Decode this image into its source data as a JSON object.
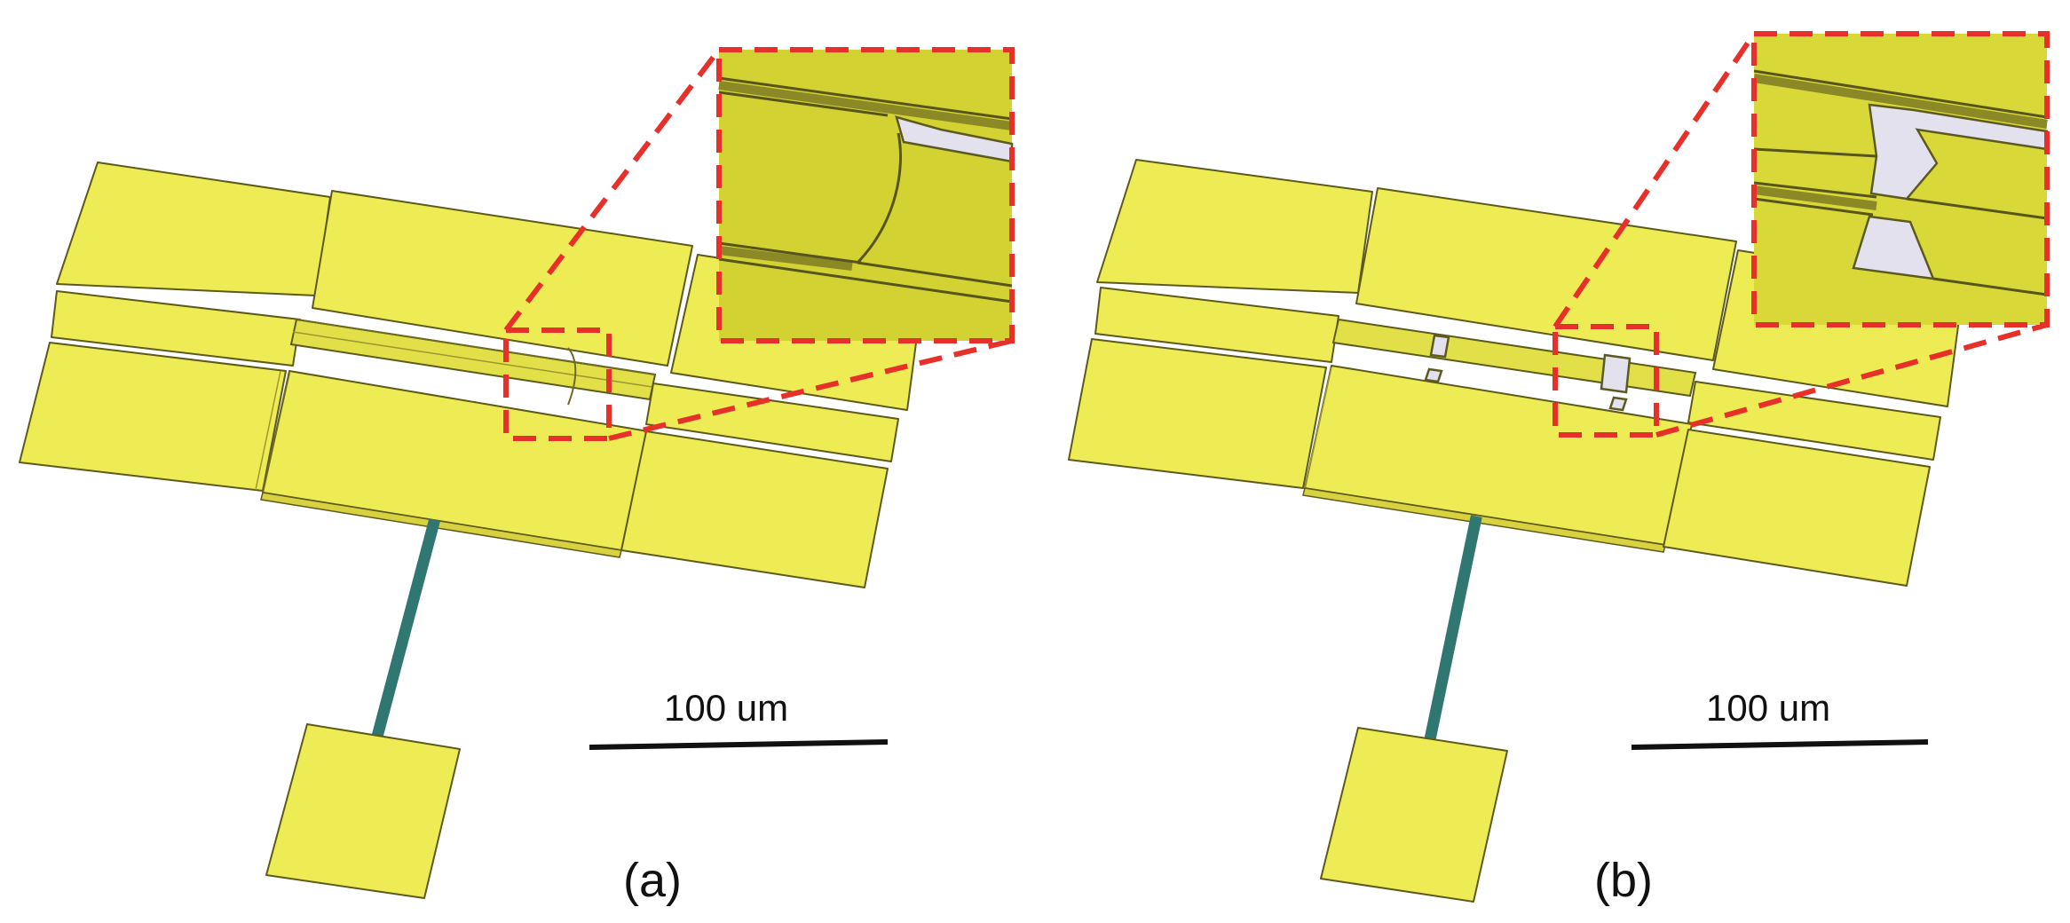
{
  "panels": [
    {
      "id": "a",
      "label": "(a)",
      "scale_bar_label": "100 um"
    },
    {
      "id": "b",
      "label": "(b)",
      "scale_bar_label": "100 um"
    }
  ],
  "colors": {
    "metal": "#eeec55",
    "feed_line": "#2f7770",
    "zoom_highlight": "#e8302a",
    "gap": "#e4e1ee"
  }
}
